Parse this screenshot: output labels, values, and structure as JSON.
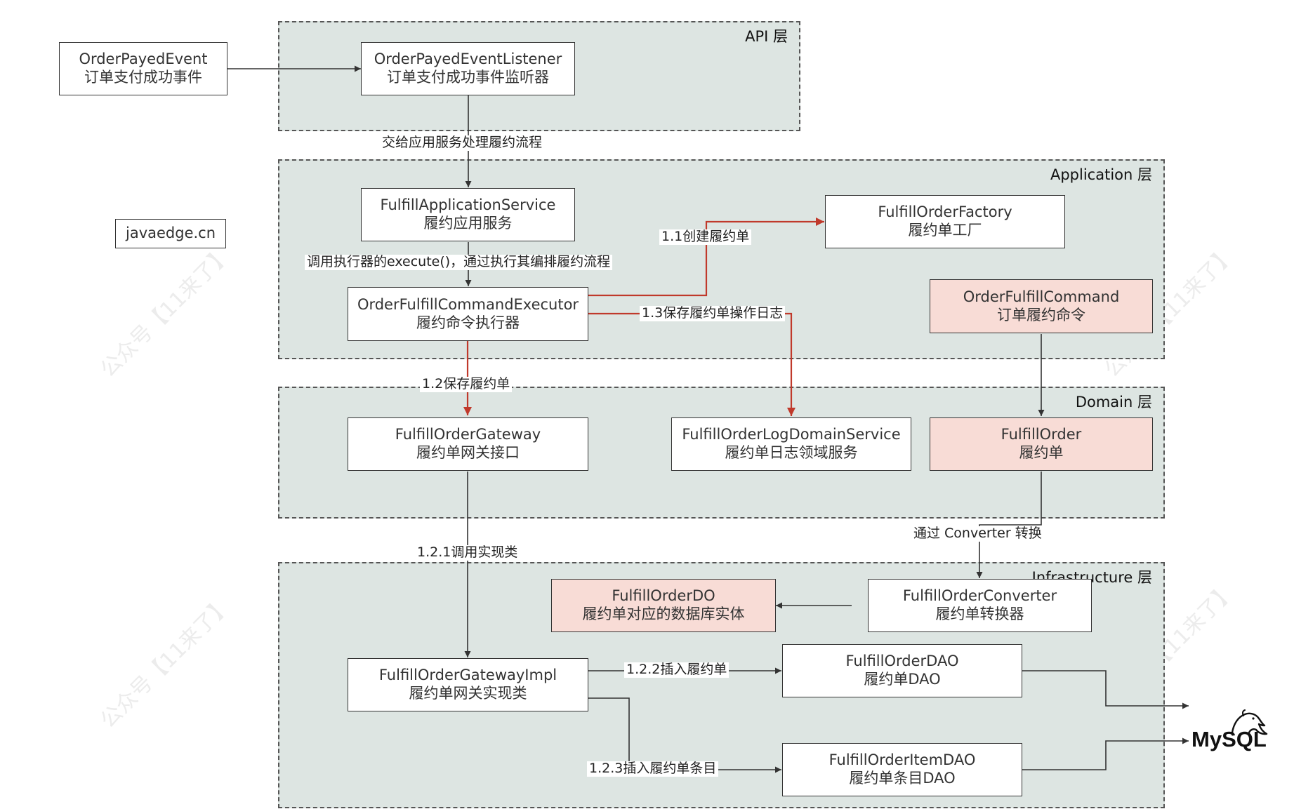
{
  "layers": {
    "api": {
      "title": "API 层"
    },
    "application": {
      "title": "Application 层"
    },
    "domain": {
      "title": "Domain 层"
    },
    "infrastructure": {
      "title": "Infrastructure 层"
    }
  },
  "nodes": {
    "order_payed_event": {
      "name": "OrderPayedEvent",
      "desc": "订单支付成功事件"
    },
    "order_payed_event_listener": {
      "name": "OrderPayedEventListener",
      "desc": "订单支付成功事件监听器"
    },
    "fulfill_application_service": {
      "name": "FulfillApplicationService",
      "desc": "履约应用服务"
    },
    "fulfill_order_factory": {
      "name": "FulfillOrderFactory",
      "desc": "履约单工厂"
    },
    "order_fulfill_command_executor": {
      "name": "OrderFulfillCommandExecutor",
      "desc": "履约命令执行器"
    },
    "order_fulfill_command": {
      "name": "OrderFulfillCommand",
      "desc": "订单履约命令"
    },
    "fulfill_order_gateway": {
      "name": "FulfillOrderGateway",
      "desc": "履约单网关接口"
    },
    "fulfill_order_log_domain_service": {
      "name": "FulfillOrderLogDomainService",
      "desc": "履约单日志领域服务"
    },
    "fulfill_order": {
      "name": "FulfillOrder",
      "desc": "履约单"
    },
    "fulfill_order_do": {
      "name": "FulfillOrderDO",
      "desc": "履约单对应的数据库实体"
    },
    "fulfill_order_converter": {
      "name": "FulfillOrderConverter",
      "desc": "履约单转换器"
    },
    "fulfill_order_gateway_impl": {
      "name": "FulfillOrderGatewayImpl",
      "desc": "履约单网关实现类"
    },
    "fulfill_order_dao": {
      "name": "FulfillOrderDAO",
      "desc": "履约单DAO"
    },
    "fulfill_order_item_dao": {
      "name": "FulfillOrderItemDAO",
      "desc": "履约单条目DAO"
    }
  },
  "edge_labels": {
    "handoff": "交给应用服务处理履约流程",
    "call_executor": "调用执行器的execute()，通过执行其编排履约流程",
    "create_order": "1.1创建履约单",
    "save_log": "1.3保存履约单操作日志",
    "save_order": "1.2保存履约单",
    "call_impl": "1.2.1调用实现类",
    "via_converter": "通过 Converter 转换",
    "insert_order": "1.2.2插入履约单",
    "insert_items": "1.2.3插入履约单条目"
  },
  "side_label": "javaedge.cn",
  "database": {
    "name": "MySQL"
  },
  "watermark": {
    "text": "公众号【11来了】"
  },
  "colors": {
    "layer_fill": "#dde5e2",
    "highlight_fill": "#f8dcd6",
    "arrow_red": "#c0392b",
    "arrow_dark": "#333333"
  }
}
